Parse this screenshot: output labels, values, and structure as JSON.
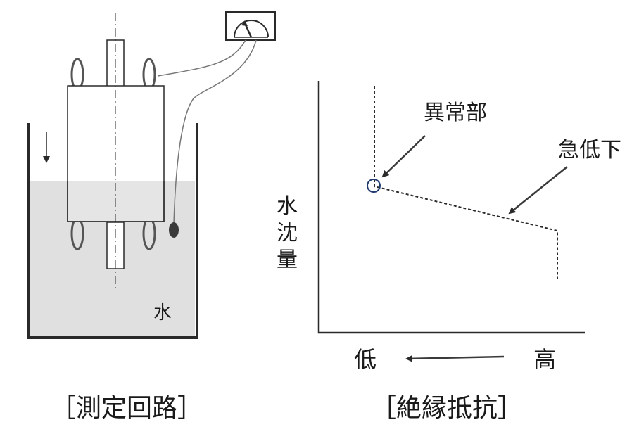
{
  "left_panel": {
    "water_label": "水",
    "caption": "［測定回路］"
  },
  "right_panel": {
    "anomaly_label": "異常部",
    "drop_label": "急低下",
    "y_axis_chars": [
      "水",
      "沈",
      "量"
    ],
    "x_low_label": "低",
    "x_high_label": "高",
    "caption": "［絶縁抵抗］"
  },
  "colors": {
    "line": "#2a2a2a",
    "water": "#e0e0e0",
    "anomaly_circle": "#1f3a6e"
  }
}
